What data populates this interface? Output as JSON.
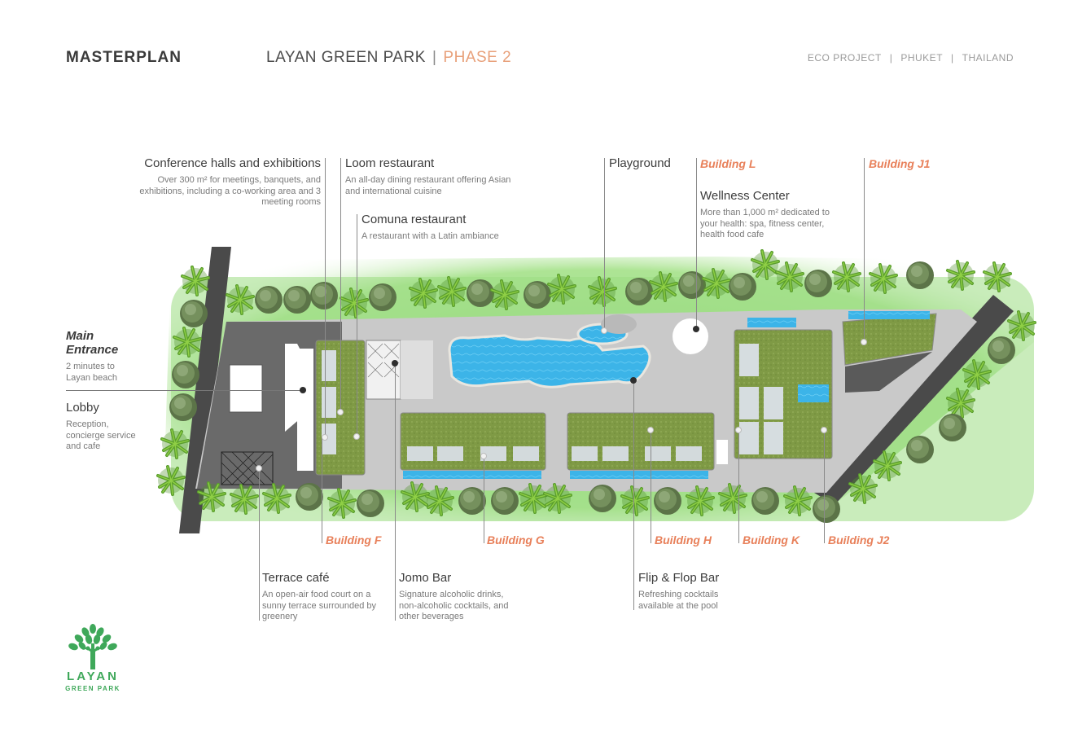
{
  "header": {
    "title": "MASTERPLAN",
    "project_name": "LAYAN GREEN PARK",
    "separator": "|",
    "phase": "PHASE 2",
    "meta": [
      "ECO PROJECT",
      "PHUKET",
      "THAILAND"
    ],
    "meta_separator": "|"
  },
  "colors": {
    "accent_orange": "#e8805a",
    "phase_orange": "#e8a07a",
    "brand_green": "#3fa85a",
    "lawn_green": "#8dd37a",
    "pool_blue": "#3fb6e6",
    "road_gray": "#4a4a4a"
  },
  "top_labels": [
    {
      "title": "Conference halls and exhibitions",
      "desc": "Over 300 m² for meetings, banquets, and exhibitions, including a co-working area and 3 meeting rooms"
    },
    {
      "title": "Loom restaurant",
      "desc": "An all-day dining restaurant offering Asian and international cuisine"
    },
    {
      "title": "Comuna restaurant",
      "desc": "A restaurant with a Latin ambiance"
    },
    {
      "title": "Playground"
    },
    {
      "title": "Wellness Center",
      "desc": "More than 1,000 m² dedicated to your health: spa, fitness center, health food cafe"
    }
  ],
  "left_labels": {
    "main_entrance": {
      "title_line1": "Main",
      "title_line2": "Entrance",
      "desc": "2 minutes to Layan beach"
    },
    "lobby": {
      "title": "Lobby",
      "desc": "Reception, concierge service and cafe"
    }
  },
  "bottom_labels": [
    {
      "title": "Terrace café",
      "desc": "An open-air food court on a sunny terrace surrounded by greenery"
    },
    {
      "title": "Jomo Bar",
      "desc": "Signature alcoholic drinks, non-alcoholic cocktails, and other beverages"
    },
    {
      "title": "Flip & Flop Bar",
      "desc": "Refreshing cocktails available at the pool"
    }
  ],
  "buildings": {
    "L": "Building L",
    "J1": "Building J1",
    "F": "Building F",
    "G": "Building G",
    "H": "Building H",
    "K": "Building K",
    "J2": "Building J2"
  },
  "logo": {
    "line1": "LAYAN",
    "line2": "GREEN PARK"
  }
}
